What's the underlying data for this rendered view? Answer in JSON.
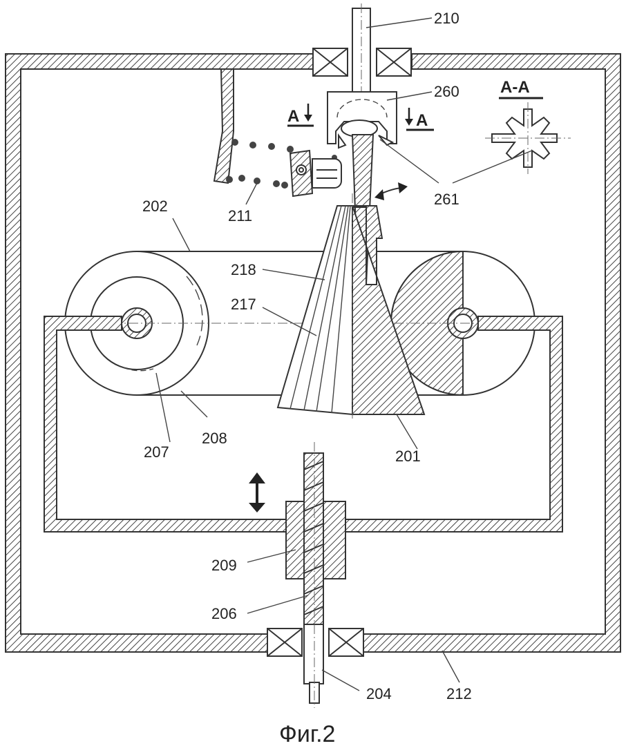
{
  "figure": {
    "caption": "Фиг.2"
  },
  "section": {
    "title": "A-A",
    "mark_left": "A",
    "mark_right": "A"
  },
  "labels": {
    "l210": "210",
    "l260": "260",
    "l261": "261",
    "l211": "211",
    "l202": "202",
    "l218": "218",
    "l217": "217",
    "l207": "207",
    "l208": "208",
    "l201": "201",
    "l209": "209",
    "l206": "206",
    "l204": "204",
    "l212": "212"
  },
  "colors": {
    "line": "#333333",
    "background": "#ffffff"
  }
}
